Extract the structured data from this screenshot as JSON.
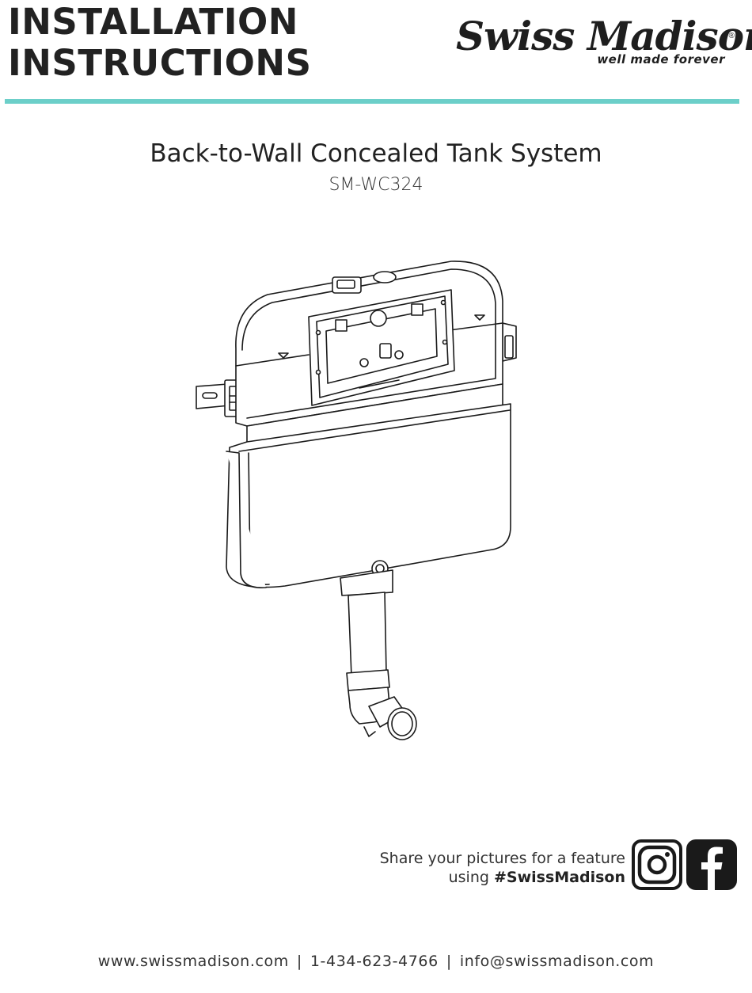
{
  "header": {
    "title_line1": "INSTALLATION",
    "title_line2": "INSTRUCTIONS"
  },
  "brand": {
    "name": "Swiss Madison",
    "tagline": "well made forever",
    "registered_mark": "®"
  },
  "document": {
    "title": "Back-to-Wall Concealed Tank System",
    "model": "SM-WC324"
  },
  "share": {
    "line1": "Share your pictures for a feature",
    "line2_prefix": "using ",
    "hashtag": "#SwissMadison"
  },
  "social": {
    "icons": [
      "instagram-icon",
      "facebook-icon"
    ]
  },
  "footer": {
    "website": "www.swissmadison.com",
    "separator": "|",
    "phone": "1-434-623-4766",
    "email": "info@swissmadison.com"
  },
  "colors": {
    "accent_rule": "#6ccfc9",
    "text_dark": "#222222"
  }
}
